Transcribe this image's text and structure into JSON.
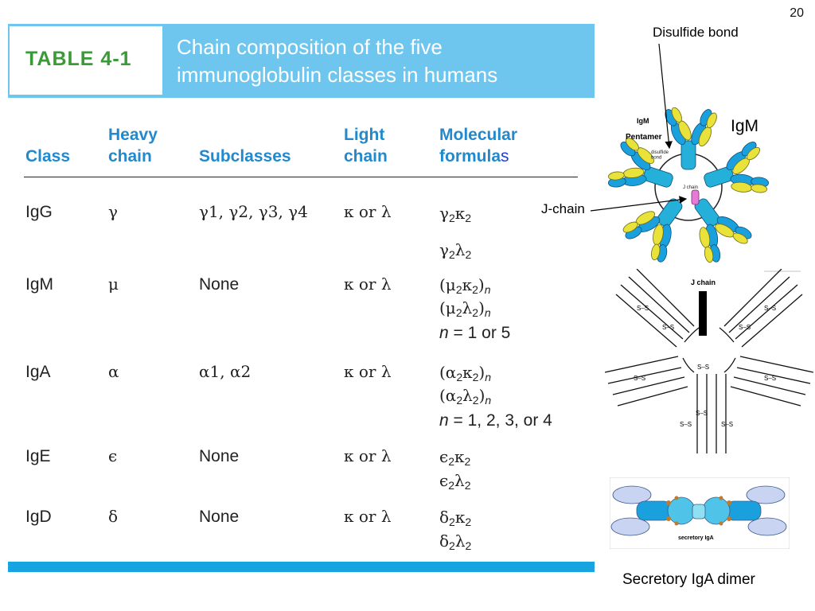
{
  "slide": {
    "number": "20"
  },
  "header": {
    "table_label": "TABLE 4-1",
    "title": "Chain composition of the five\nimmunoglobulin classes in humans"
  },
  "table": {
    "columns": {
      "class": "Class",
      "heavy": "Heavy\nchain",
      "subclasses": "Subclasses",
      "light": "Light\nchain",
      "formula_main": "Molecular\nformula",
      "formula_suffix": "s"
    },
    "rows": [
      {
        "class": "IgG",
        "heavy": "γ",
        "subclasses": "γ1, γ2, γ3, γ4",
        "light": "κ or λ",
        "f1": {
          "a": "γ",
          "an": "2",
          "b": "κ",
          "bn": "2"
        },
        "f2": {
          "a": "γ",
          "an": "2",
          "b": "λ",
          "bn": "2"
        }
      },
      {
        "class": "IgM",
        "heavy": "μ",
        "subclasses": "None",
        "light": "κ or λ",
        "f1": {
          "a": "(μ",
          "an": "2",
          "b": "κ",
          "bn": "2",
          "c": ")",
          "n": "n"
        },
        "f2": {
          "a": "(μ",
          "an": "2",
          "b": "λ",
          "bn": "2",
          "c": ")",
          "n": "n"
        },
        "note_n": "n",
        "note": " = 1 or 5"
      },
      {
        "class": "IgA",
        "heavy": "α",
        "subclasses": "α1, α2",
        "light": "κ or λ",
        "f1": {
          "a": "(α",
          "an": "2",
          "b": "κ",
          "bn": "2",
          "c": ")",
          "n": "n"
        },
        "f2": {
          "a": "(α",
          "an": "2",
          "b": "λ",
          "bn": "2",
          "c": ")",
          "n": "n"
        },
        "note_n": "n",
        "note": " = 1, 2, 3, or 4"
      },
      {
        "class": "IgE",
        "heavy": "ϵ",
        "subclasses": "None",
        "light": "κ or λ",
        "f1": {
          "a": "ϵ",
          "an": "2",
          "b": "κ",
          "bn": "2"
        },
        "f2": {
          "a": "ϵ",
          "an": "2",
          "b": "λ",
          "bn": "2"
        }
      },
      {
        "class": "IgD",
        "heavy": "δ",
        "subclasses": "None",
        "light": "κ or λ",
        "f1": {
          "a": "δ",
          "an": "2",
          "b": "κ",
          "bn": "2"
        },
        "f2": {
          "a": "δ",
          "an": "2",
          "b": "λ",
          "bn": "2"
        }
      }
    ]
  },
  "figures": {
    "igm_label": "IgM",
    "disulfide_label": "Disulfide bond",
    "jchain_label": "J-chain",
    "igm_inset_title": "IgM",
    "igm_inset_sub": "Pentamer",
    "igm_inset_bond": "disulfide\nbond",
    "igm_inset_jchain": "J chain",
    "schematic_jchain": "J chain",
    "schematic_ss": "S–S",
    "iga_inset": "secretory IgA",
    "caption": "Secretory IgA dimer"
  },
  "colors": {
    "band": "#6ec6ef",
    "label_green": "#3a9a37",
    "header_blue": "#2189cc",
    "bar": "#18a4e0"
  }
}
